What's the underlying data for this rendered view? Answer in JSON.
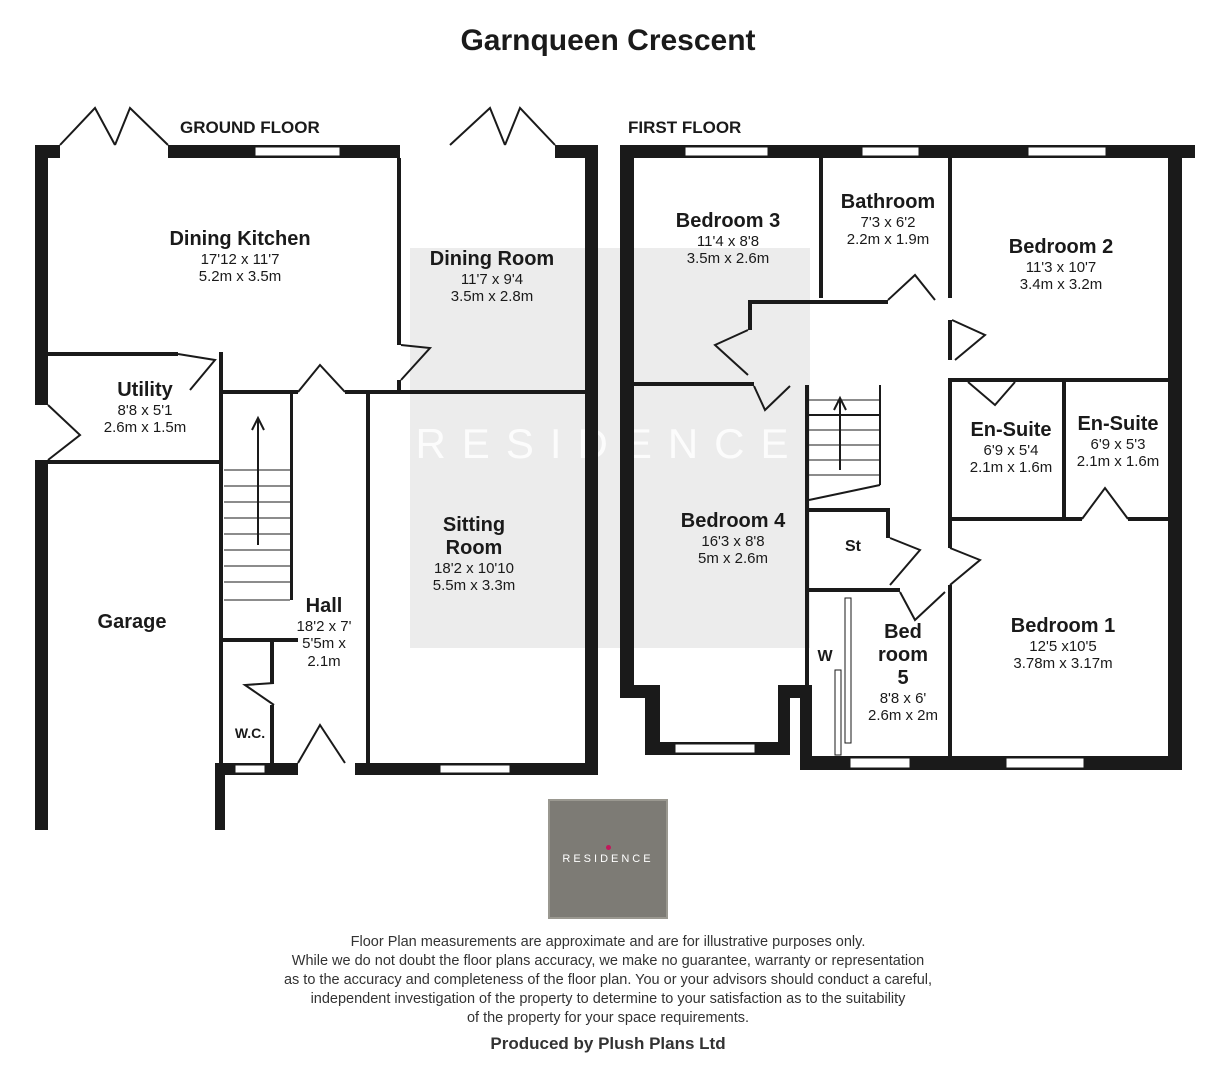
{
  "title": "Garnqueen Crescent",
  "floors": {
    "ground": "GROUND FLOOR",
    "first": "FIRST FLOOR"
  },
  "ground_rooms": [
    {
      "name": "Dining Kitchen",
      "imperial": "17'12 x 11'7",
      "metric": "5.2m x 3.5m"
    },
    {
      "name": "Dining Room",
      "imperial": "11'7 x 9'4",
      "metric": "3.5m x 2.8m"
    },
    {
      "name": "Utility",
      "imperial": "8'8 x 5'1",
      "metric": "2.6m x 1.5m"
    },
    {
      "name": "Sitting Room",
      "imperial": "18'2 x 10'10",
      "metric": "5.5m x 3.3m"
    },
    {
      "name": "Hall",
      "imperial": "18'2 x 7'",
      "metric": "5'5m x",
      "metric2": "2.1m"
    },
    {
      "name": "Garage"
    },
    {
      "name": "W.C."
    }
  ],
  "first_rooms": [
    {
      "name": "Bedroom 3",
      "imperial": "11'4 x 8'8",
      "metric": "3.5m x 2.6m"
    },
    {
      "name": "Bathroom",
      "imperial": "7'3 x 6'2",
      "metric": "2.2m x 1.9m"
    },
    {
      "name": "Bedroom 2",
      "imperial": "11'3 x 10'7",
      "metric": "3.4m x 3.2m"
    },
    {
      "name": "En-Suite",
      "imperial": "6'9 x 5'4",
      "metric": "2.1m x 1.6m"
    },
    {
      "name": "En-Suite",
      "imperial": "6'9 x 5'3",
      "metric": "2.1m x 1.6m"
    },
    {
      "name": "Bedroom 4",
      "imperial": "16'3 x 8'8",
      "metric": "5m x 2.6m"
    },
    {
      "name": "St"
    },
    {
      "name": "W"
    },
    {
      "name": "Bed",
      "name2": "room",
      "name3": "5",
      "imperial": "8'8 x 6'",
      "metric": "2.6m x 2m"
    },
    {
      "name": "Bedroom 1",
      "imperial": "12'5 x10'5",
      "metric": "3.78m x 3.17m"
    }
  ],
  "watermark": "RESIDENCE",
  "logo": "RESIDENCE",
  "colors": {
    "wall": "#1a1a1a",
    "logo_bg": "#7d7b75",
    "logo_dot": "#c2185b"
  },
  "disclaimer": [
    "Floor Plan measurements are approximate and are for illustrative purposes only.",
    "While we do not doubt the floor plans accuracy, we make no guarantee, warranty or representation",
    "as to the accuracy and completeness of the floor plan. You or your advisors should conduct a careful,",
    "independent investigation of the property to determine to your satisfaction as to the suitability",
    "of the property for your space requirements."
  ],
  "producer": "Produced by Plush Plans Ltd"
}
